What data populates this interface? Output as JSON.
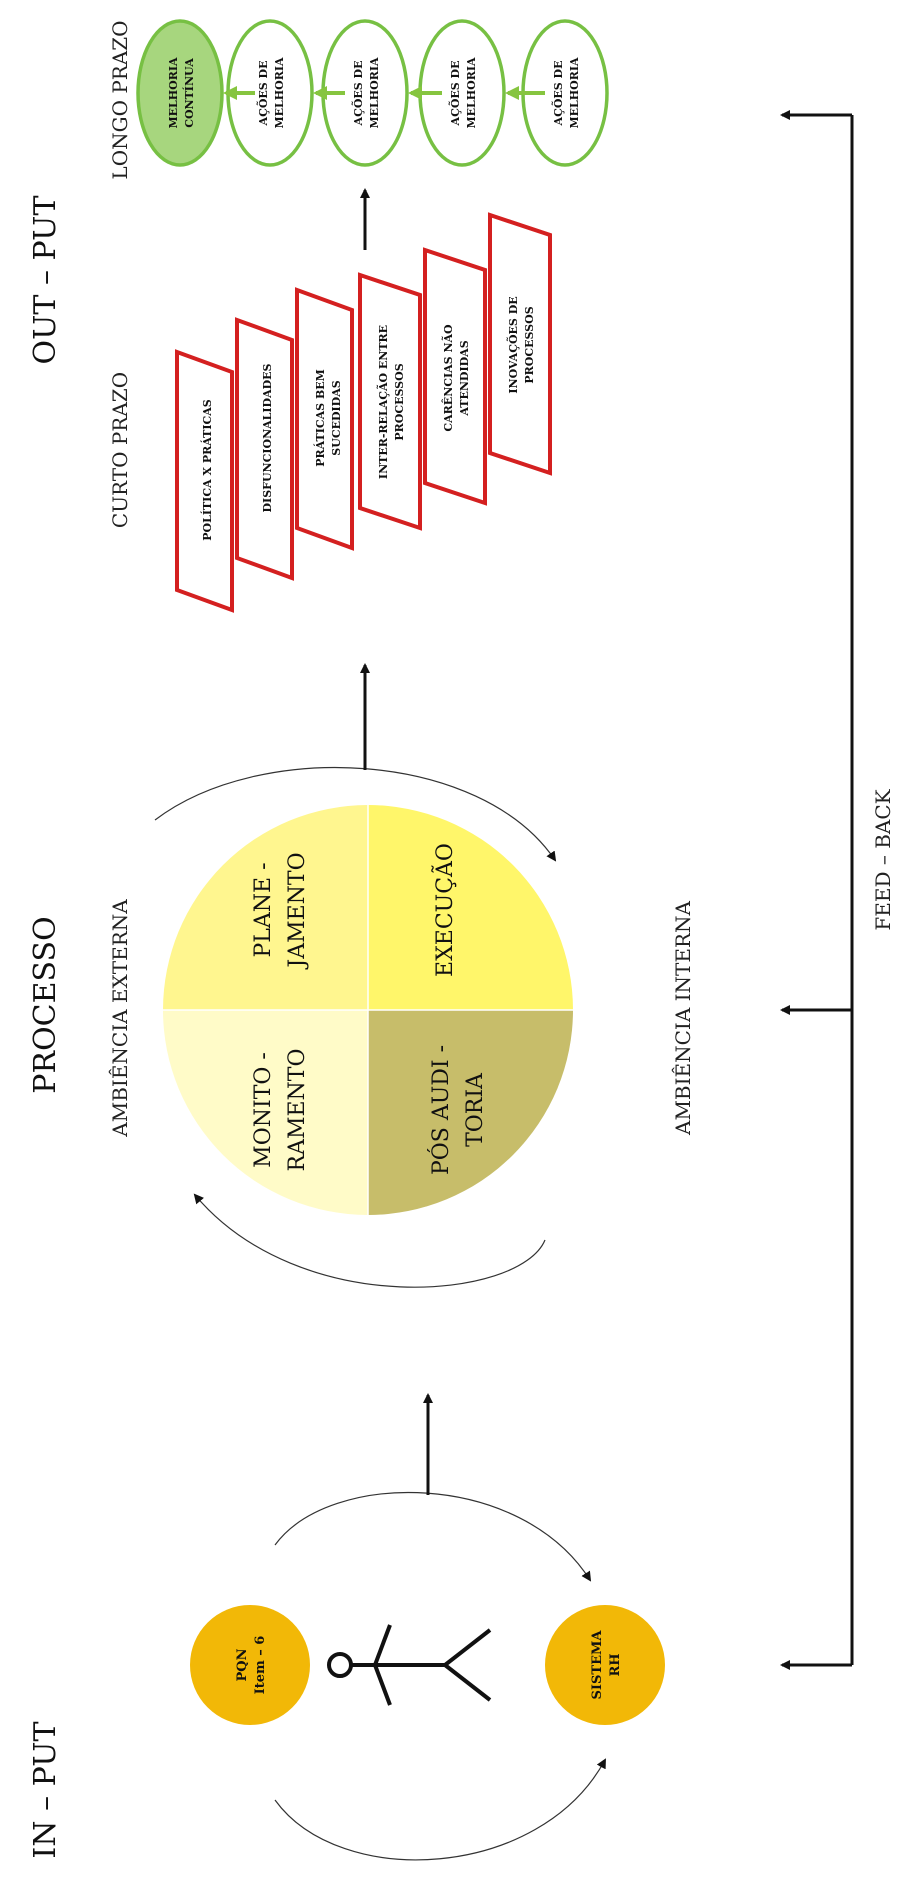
{
  "sections": {
    "input_title": "IN – PUT",
    "process_title": "PROCESSO",
    "output_title": "OUT – PUT",
    "ambiencia_externa": "AMBIÊNCIA EXTERNA",
    "ambiencia_interna": "AMBIÊNCIA INTERNA",
    "curto_prazo": "CURTO PRAZO",
    "longo_prazo": "LONGO PRAZO",
    "feed_back": "FEED – BACK"
  },
  "input_nodes": {
    "pqn_line1": "PQN",
    "pqn_line2": "Item – 6",
    "rh_line1": "SISTEMA",
    "rh_line2": "RH"
  },
  "quadrants": {
    "monitoramento_1": "MONITO -",
    "monitoramento_2": "RAMENTO",
    "planejamento_1": "PLANE -",
    "planejamento_2": "JAMENTO",
    "pos_auditoria_1": "PÓS AUDI -",
    "pos_auditoria_2": "TORIA",
    "execucao_1": "EXECUÇÃO"
  },
  "short_term_boxes": {
    "box1_1": "POLÍTICA X PRÁTICAS",
    "box2_1": "DISFUNCIONALIDADES",
    "box3_1": "PRÁTICAS BEM",
    "box3_2": "SUCEDIDAS",
    "box4_1": "INTER-RELAÇÃO ENTRE",
    "box4_2": "PROCESSOS",
    "box5_1": "CARÊNCIAS NÃO",
    "box5_2": "ATENDIDAS",
    "box6_1": "INOVAÇÕES DE",
    "box6_2": "PROCESSOS"
  },
  "long_term_nodes": {
    "node1_1": "MELHORIA",
    "node1_2": "CONTÍNUA",
    "node2_1": "AÇÕES DE",
    "node2_2": "MELHORIA",
    "node3_1": "AÇÕES DE",
    "node3_2": "MELHORIA",
    "node4_1": "AÇÕES DE",
    "node4_2": "MELHORIA",
    "node5_1": "AÇÕES DE",
    "node5_2": "MELHORIA"
  },
  "colors": {
    "input_node_fill": "#f2b807",
    "quad_monitoramento": "#fffbc8",
    "quad_planejamento": "#fff68f",
    "quad_pos_auditoria": "#c7bd6a",
    "quad_execucao": "#fff66a",
    "box_stroke": "#d42020",
    "long_node_stroke": "#77c043",
    "long_node_active_fill": "#a7d67e",
    "green_arrow": "#86c53f"
  }
}
